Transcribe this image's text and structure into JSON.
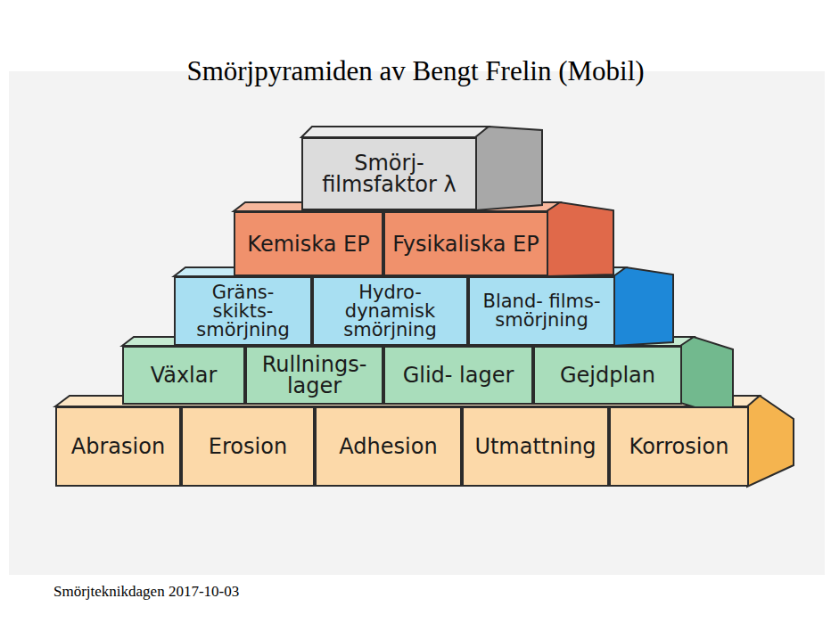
{
  "diagram": {
    "title": "Smörjpyramiden av Bengt Frelin (Mobil)",
    "caption": "Smörjteknikdagen 2017-10-03",
    "nodes": [
      {
        "text": [
          "Smörj- filmsfaktor λ"
        ]
      },
      {
        "text": [
          "Kemiska EP"
        ]
      },
      {
        "text": [
          "Fysikaliska EP"
        ]
      },
      {
        "text": [
          "Gräns- skikts- smörjning"
        ]
      },
      {
        "text": [
          "Hydro- dynamisk smörjning"
        ]
      },
      {
        "text": [
          "Bland- films- smörjning"
        ]
      },
      {
        "text": [
          "Växlar"
        ]
      },
      {
        "text": [
          "Rullnings- lager"
        ]
      },
      {
        "text": [
          "Glid- lager"
        ]
      },
      {
        "text": [
          "Gejdplan"
        ]
      },
      {
        "text": [
          "Abrasion"
        ]
      },
      {
        "text": [
          "Erosion"
        ]
      },
      {
        "text": [
          "Adhesion"
        ]
      },
      {
        "text": [
          "Utmattning"
        ]
      },
      {
        "text": [
          "Korrosion"
        ]
      }
    ]
  }
}
